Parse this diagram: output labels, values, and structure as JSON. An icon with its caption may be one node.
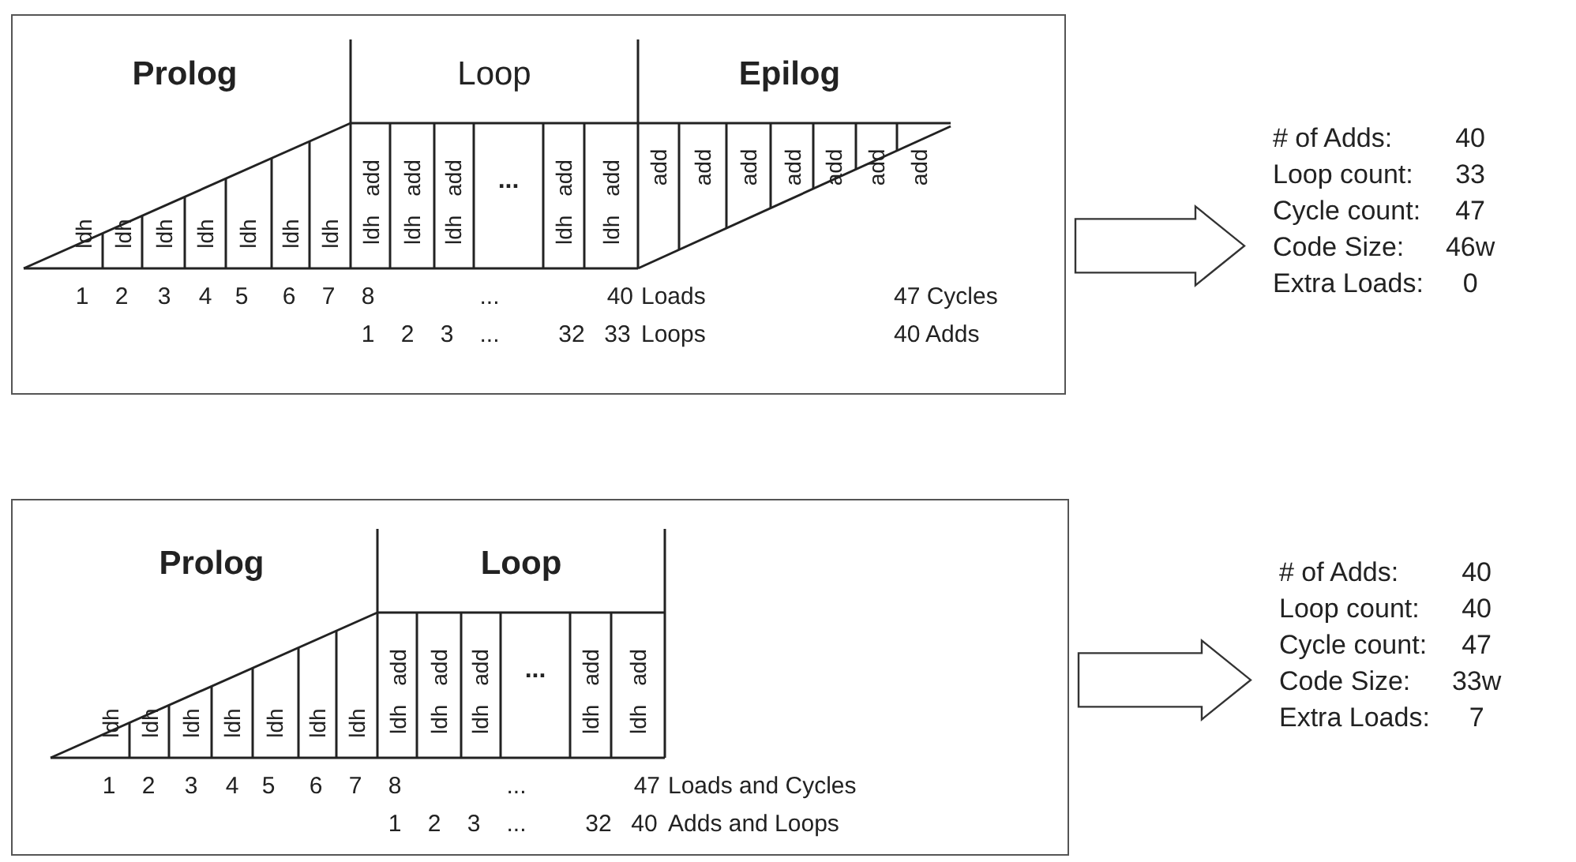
{
  "diagram": {
    "nodes": [
      {
        "text": [],
        "shape": "box"
      },
      {
        "text": [
          "# of Adds:",
          "40",
          "Loop count:",
          "33",
          "Cycle count:",
          "47",
          "Code Size:",
          "46w",
          "Extra Loads:",
          "0"
        ]
      },
      {
        "text": [],
        "shape": "box"
      },
      {
        "text": [
          "# of Adds:",
          "40",
          "Loop count:",
          "40",
          "Cycle count:",
          "47",
          "Code Size:",
          "33w",
          "Extra Loads:",
          "7"
        ]
      }
    ],
    "edges": [
      {
        "from": 0,
        "to": 1,
        "arrow": "to"
      },
      {
        "from": 2,
        "to": 3,
        "arrow": "to"
      }
    ],
    "labels": [
      "Prolog",
      "Loop",
      "Epilog",
      "ldh",
      "ldh",
      "ldh",
      "ldh",
      "ldh",
      "ldh",
      "ldh",
      "ldh add",
      "ldh add",
      "ldh add",
      "...",
      "ldh add",
      "ldh add",
      "add",
      "add",
      "add",
      "add",
      "add",
      "add",
      "add",
      "1",
      "2",
      "3",
      "4",
      "5",
      "6",
      "7",
      "8",
      "...",
      "40",
      "Loads",
      "47 Cycles",
      "1",
      "2",
      "3",
      "...",
      "32",
      "33",
      "Loops",
      "40 Adds",
      "Prolog",
      "Loop",
      "ldh",
      "ldh",
      "ldh",
      "ldh",
      "ldh",
      "ldh",
      "ldh",
      "ldh add",
      "ldh add",
      "ldh add",
      "...",
      "ldh add",
      "ldh add",
      "1",
      "2",
      "3",
      "4",
      "5",
      "6",
      "7",
      "8",
      "...",
      "47",
      "Loads and Cycles",
      "1",
      "2",
      "3",
      "...",
      "32",
      "40",
      "Adds and Loops"
    ]
  }
}
